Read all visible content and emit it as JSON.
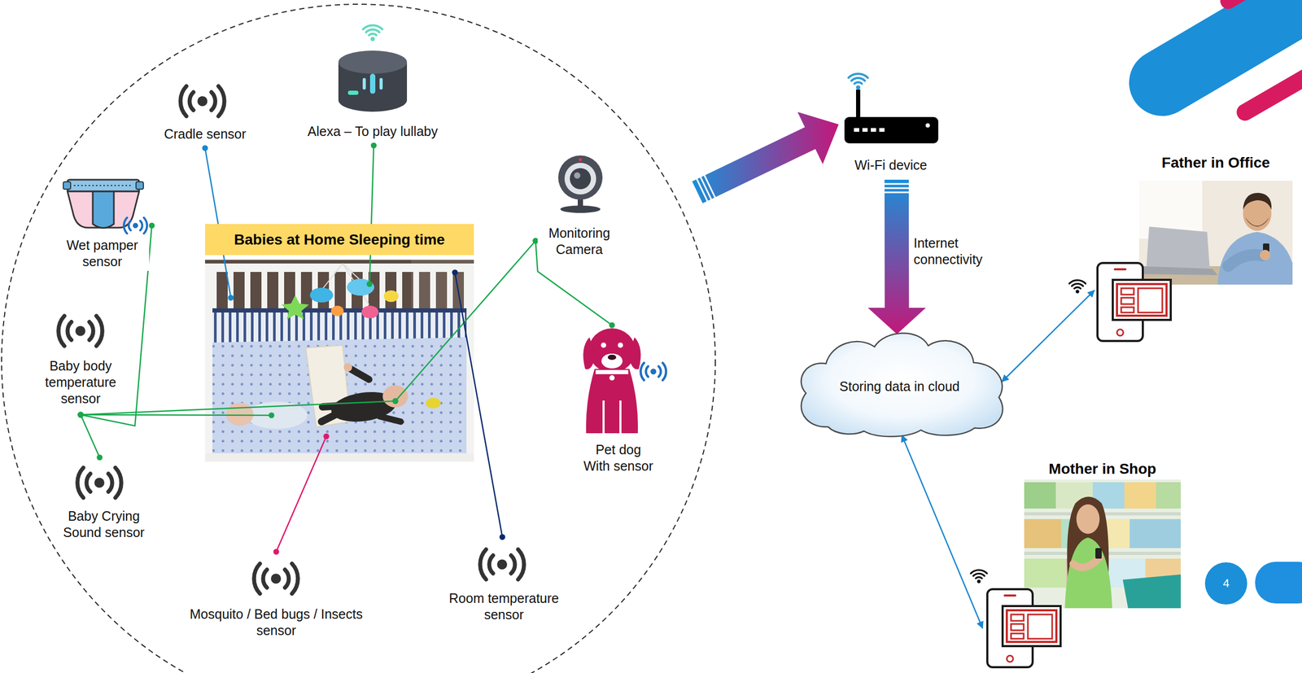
{
  "diagram": {
    "nodes": [
      {
        "text": [
          "Cradle sensor"
        ]
      },
      {
        "text": [
          "Alexa – To play lullaby"
        ]
      },
      {
        "text": [
          "Wi-Fi device"
        ]
      },
      {
        "text": [
          "Father in Office"
        ]
      },
      {
        "text": [
          "Wet pamper sensor"
        ]
      },
      {
        "text": [
          "Babies at Home Sleeping time"
        ]
      },
      {
        "text": [
          "Monitoring Camera"
        ]
      },
      {
        "text": [
          "Baby body temperature sensor"
        ]
      },
      {
        "text": [
          "Storing data in cloud"
        ]
      },
      {
        "text": [
          "Pet dog With sensor"
        ]
      },
      {
        "text": [
          "Baby Crying Sound sensor"
        ]
      },
      {
        "text": [
          "Mother in Shop"
        ]
      },
      {
        "text": [
          "4"
        ]
      },
      {
        "text": [
          "Room temperature sensor"
        ]
      },
      {
        "text": [
          "Mosquito / Bed bugs / Insects sensor"
        ]
      }
    ],
    "edges": [
      {
        "from": 2,
        "to": 8,
        "label": "Internet connectivity",
        "arrow": "to"
      },
      {
        "from": 8,
        "to": 3,
        "arrow": "both"
      },
      {
        "from": 8,
        "to": 11,
        "arrow": "both"
      },
      {
        "from": 0,
        "to": 5,
        "arrow": "none"
      },
      {
        "from": 1,
        "to": 5,
        "arrow": "none"
      },
      {
        "from": 4,
        "to": 7,
        "arrow": "none"
      },
      {
        "from": 7,
        "to": 5,
        "arrow": "none"
      },
      {
        "from": 7,
        "to": 5,
        "arrow": "none"
      },
      {
        "from": 10,
        "to": 7,
        "arrow": "none"
      },
      {
        "from": 6,
        "to": 5,
        "arrow": "none"
      },
      {
        "from": 6,
        "to": 9,
        "arrow": "none"
      },
      {
        "from": 14,
        "to": 5,
        "arrow": "none"
      },
      {
        "from": 13,
        "to": 5,
        "arrow": "none"
      }
    ]
  }
}
